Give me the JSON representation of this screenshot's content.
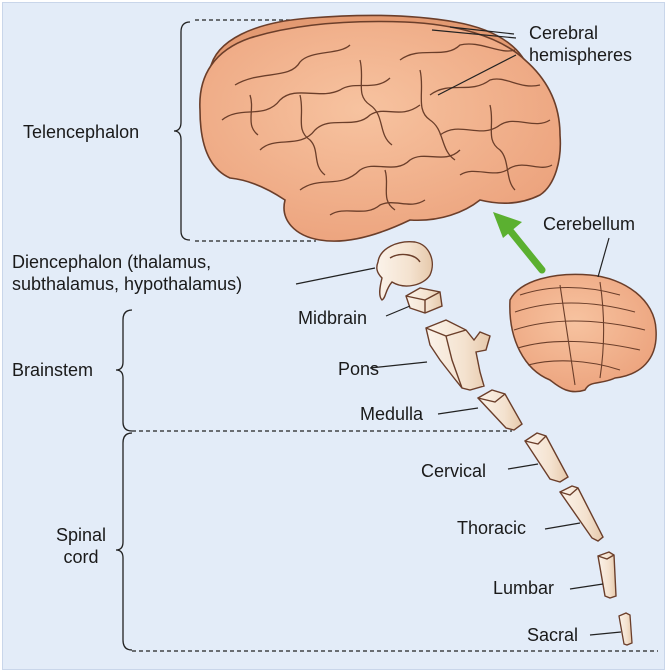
{
  "labels": {
    "cerebral_hemispheres": [
      "Cerebral",
      "hemispheres"
    ],
    "telencephalon": "Telencephalon",
    "cerebellum": "Cerebellum",
    "diencephalon": [
      "Diencephalon (thalamus,",
      "subthalamus, hypothalamus)"
    ],
    "midbrain": "Midbrain",
    "pons": "Pons",
    "brainstem": "Brainstem",
    "medulla": "Medulla",
    "cervical": "Cervical",
    "spinal_cord": [
      "Spinal",
      "cord"
    ],
    "thoracic": "Thoracic",
    "lumbar": "Lumbar",
    "sacral": "Sacral"
  },
  "colors": {
    "background": "#e3ecf8",
    "brain_fill": "#f2b28a",
    "brain_stroke": "#6b3e2a",
    "segment_fill": "#f8ece0",
    "arrow": "#5bb030"
  }
}
